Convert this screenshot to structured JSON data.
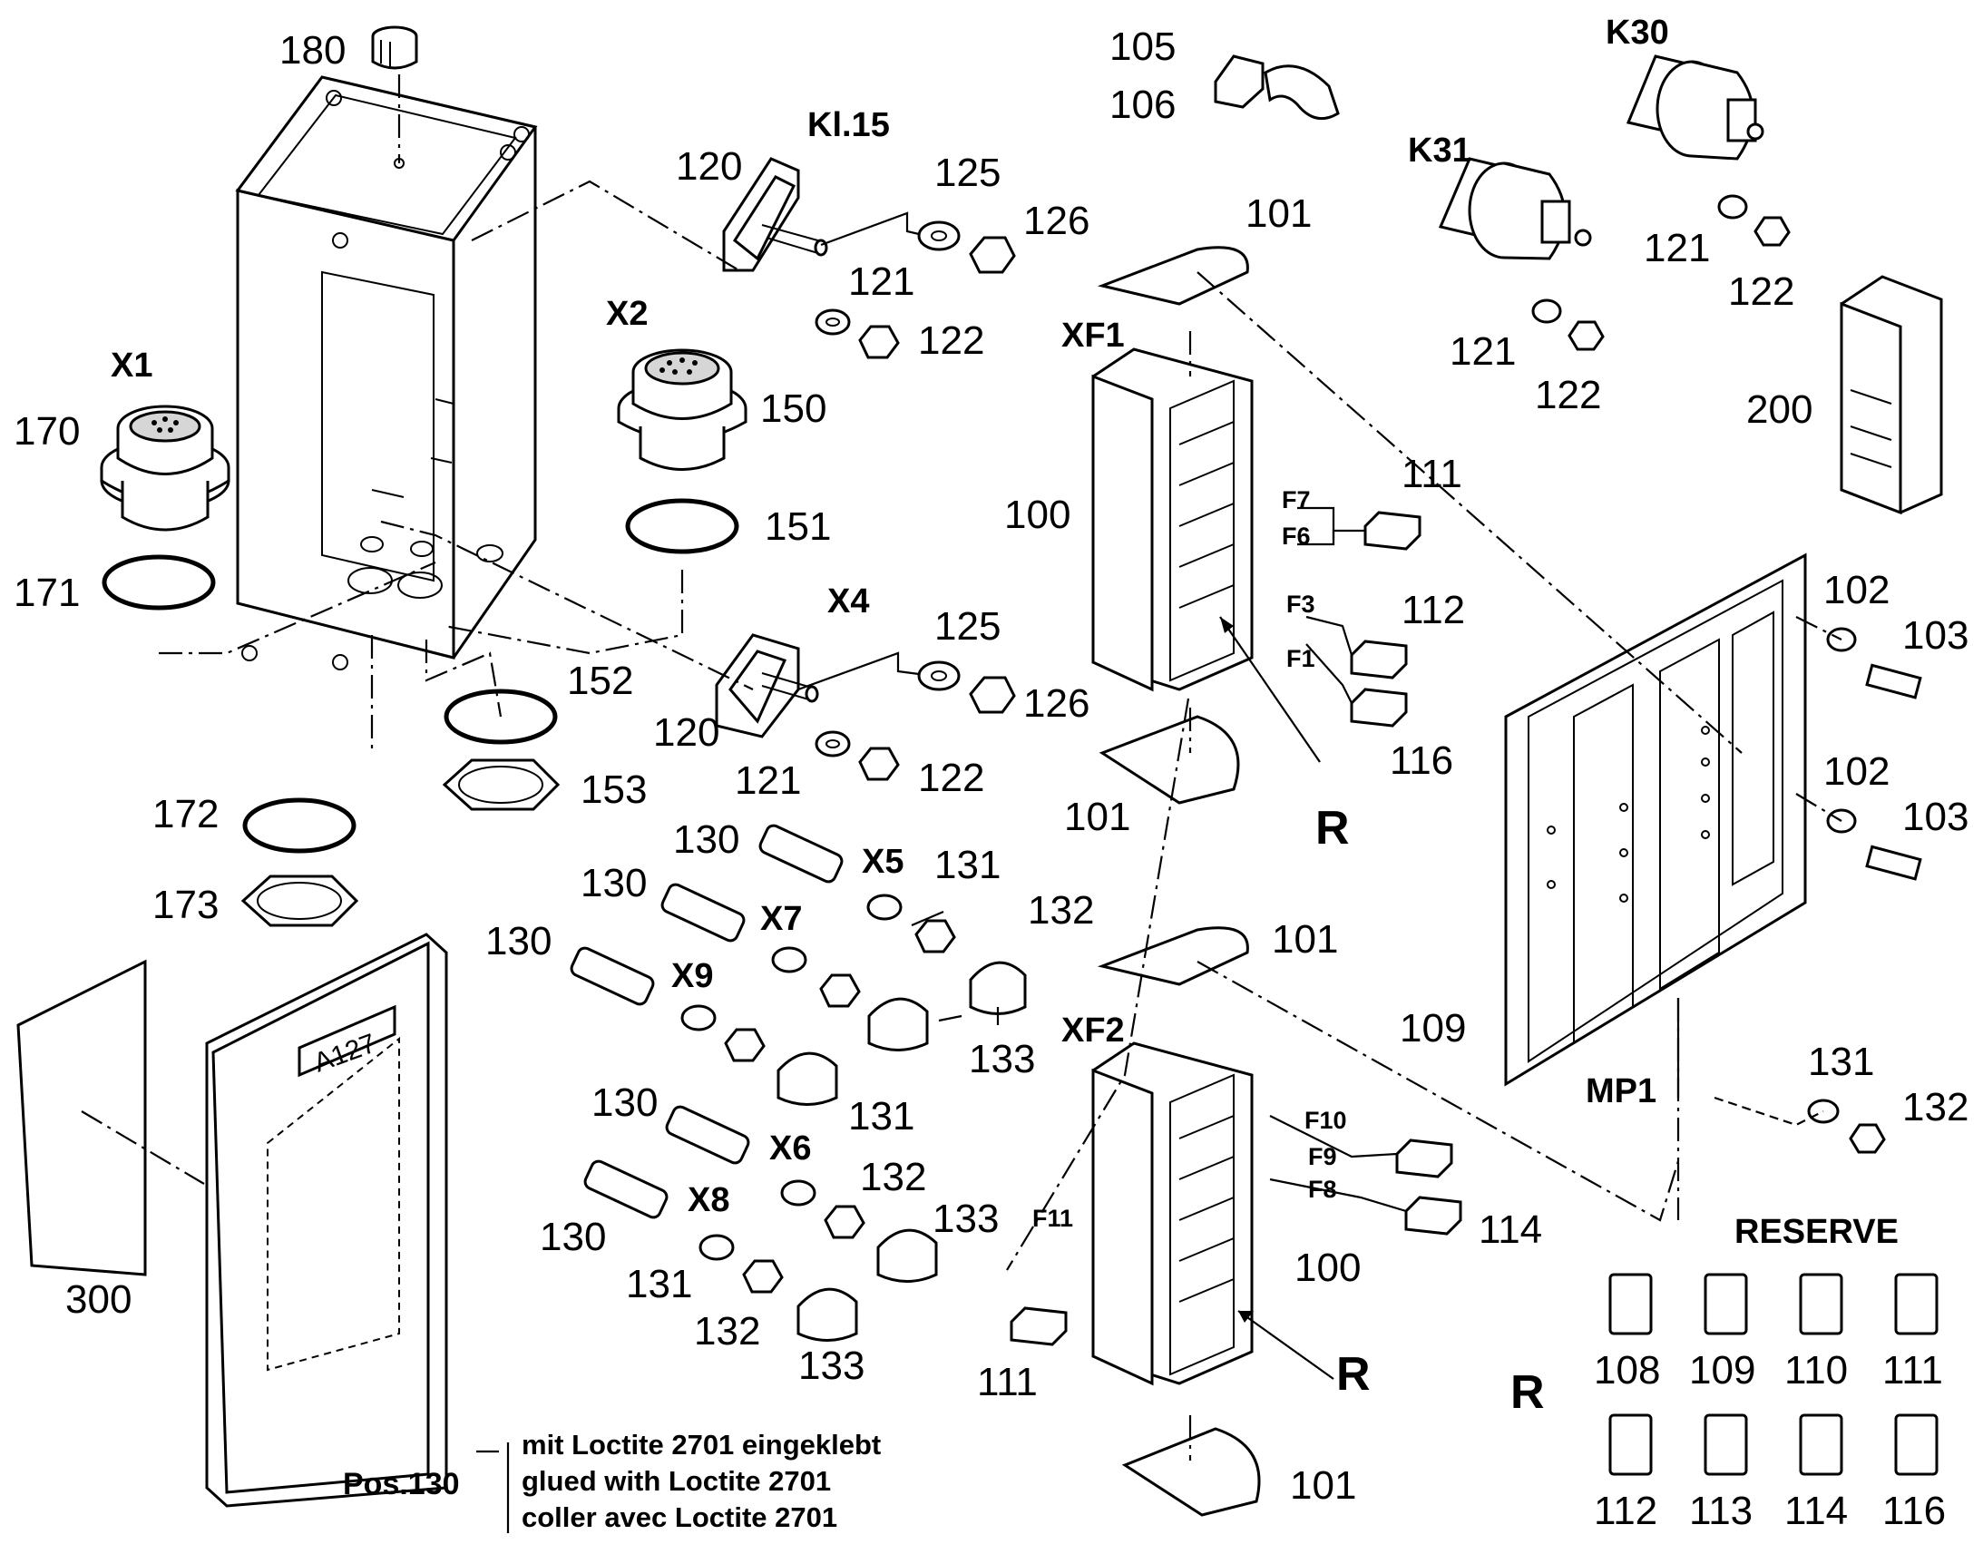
{
  "labels": {
    "p180": "180",
    "p105": "105",
    "p106": "106",
    "k30": "K30",
    "k31": "K31",
    "kl15": "Kl.15",
    "p120a": "120",
    "p125a": "125",
    "p126a": "126",
    "p121a": "121",
    "p122a": "122",
    "p101a": "101",
    "p121b": "121",
    "p122b": "122",
    "p121c": "121",
    "p122c": "122",
    "x2": "X2",
    "p150": "150",
    "x1": "X1",
    "p170": "170",
    "xf1": "XF1",
    "p200": "200",
    "p151": "151",
    "p100a": "100",
    "p111a": "111",
    "f7": "F7",
    "f6": "F6",
    "p171": "171",
    "x4": "X4",
    "p125b": "125",
    "p102a": "102",
    "p103a": "103",
    "f3": "F3",
    "p112a": "112",
    "f1": "F1",
    "p152": "152",
    "p126b": "126",
    "p120b": "120",
    "p116a": "116",
    "p102b": "102",
    "p121d": "121",
    "p122d": "122",
    "p153": "153",
    "p172": "172",
    "p101b": "101",
    "r1": "R",
    "p103b": "103",
    "p130a": "130",
    "x5": "X5",
    "p131a": "131",
    "p173": "173",
    "p130b": "130",
    "x7": "X7",
    "p132a": "132",
    "p101c": "101",
    "p130c": "130",
    "x9": "X9",
    "p133a": "133",
    "xf2": "XF2",
    "p109a": "109",
    "p131b": "131",
    "mp1": "MP1",
    "p132b": "132",
    "p130d": "130",
    "p131c": "131",
    "x6": "X6",
    "f10": "F10",
    "f9": "F9",
    "p132c": "132",
    "f8": "F8",
    "p133b": "133",
    "x8": "X8",
    "f11": "F11",
    "p114a": "114",
    "p130e": "130",
    "reserve": "RESERVE",
    "p300": "300",
    "p100b": "100",
    "p131d": "131",
    "p132d": "132",
    "r2": "R",
    "p133c": "133",
    "p111b": "111",
    "r3": "R",
    "p101d": "101",
    "r108": "108",
    "r109": "109",
    "r110": "110",
    "r111": "111",
    "r112": "112",
    "r113": "113",
    "r114": "114",
    "r116": "116",
    "cover_plate": "A127"
  },
  "note": {
    "pos": "Pos.130",
    "lines": [
      "mit Loctite 2701 eingeklebt",
      "glued with Loctite 2701",
      "coller avec Loctite 2701"
    ]
  }
}
